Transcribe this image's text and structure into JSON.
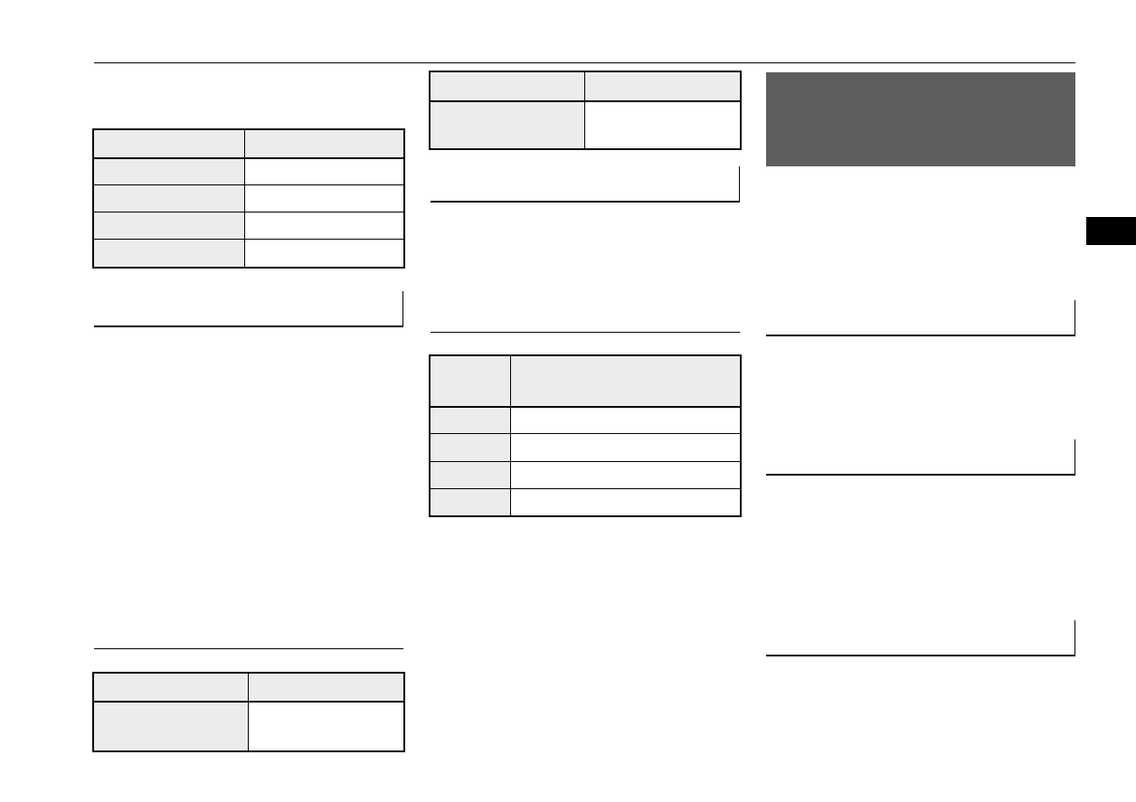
{
  "page": {
    "background": "#ffffff",
    "banner_color": "#5e5e5e",
    "cell_shade": "#ececec",
    "tab_marker_color": "#000000"
  },
  "left_column": {
    "spec_table_1": {
      "rows": 5,
      "cols": 2
    },
    "section_heading_1": {
      "text": ""
    },
    "section_rule": {},
    "spec_table_2": {
      "rows": 2,
      "cols": 2
    }
  },
  "middle_column": {
    "spec_table_3": {
      "rows": 2,
      "cols": 2
    },
    "section_heading_2": {
      "text": ""
    },
    "section_rule": {},
    "spec_table_4": {
      "rows": 5,
      "cols": 2
    }
  },
  "right_column": {
    "banner": {
      "text": ""
    },
    "section_heading_3": {
      "text": ""
    },
    "section_heading_4": {
      "text": ""
    },
    "section_heading_5": {
      "text": ""
    }
  }
}
